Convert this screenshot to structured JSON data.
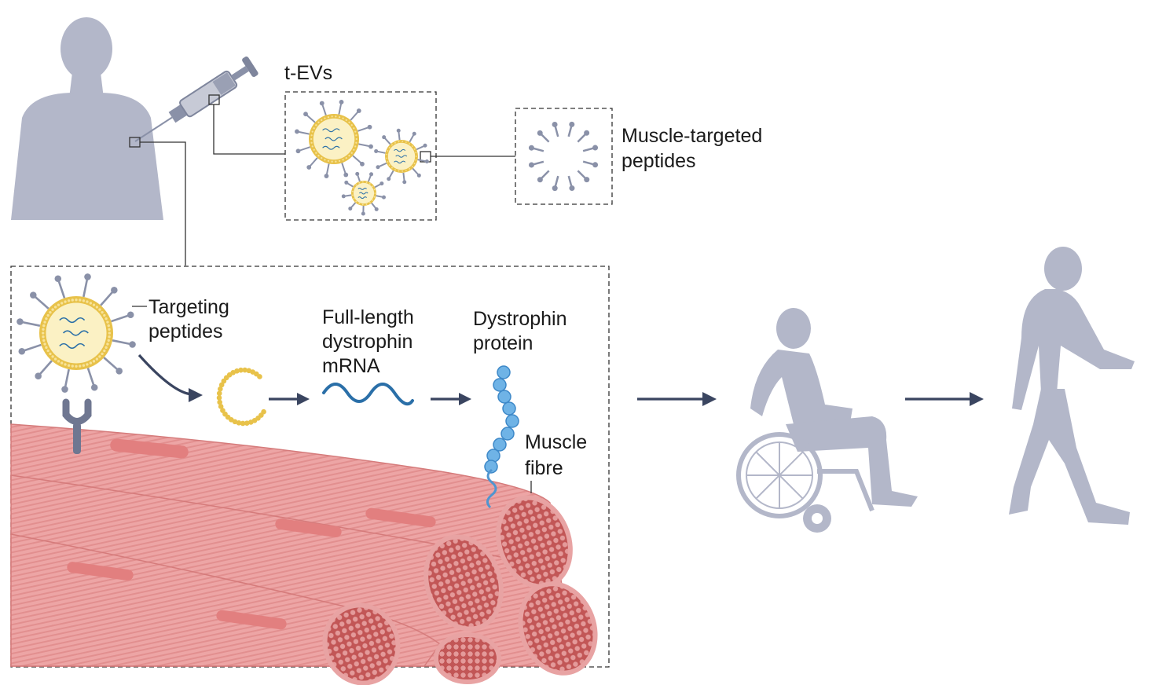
{
  "labels": {
    "tevs": "t-EVs",
    "muscle_targeted_peptides": [
      "Muscle-targeted",
      "peptides"
    ],
    "targeting_peptides": [
      "Targeting",
      "peptides"
    ],
    "full_length_mrna": [
      "Full-length",
      "dystrophin",
      "mRNA"
    ],
    "dystrophin_protein": [
      "Dystrophin",
      "protein"
    ],
    "muscle_fibre": [
      "Muscle",
      "fibre"
    ]
  },
  "colors": {
    "silhouette": "#b3b7c9",
    "vesicle_membrane": "#e8c24a",
    "vesicle_fill": "#fbf1c4",
    "peptide": "#8a91a8",
    "mrna": "#2a6fa8",
    "protein_bead": "#6fb3e6",
    "muscle": "#eda0a0",
    "muscle_dark": "#d87878",
    "arrow": "#3a4560"
  },
  "icons": [
    "human-torso-silhouette",
    "syringe-icon",
    "wheelchair-user-silhouette",
    "walking-person-silhouette"
  ]
}
